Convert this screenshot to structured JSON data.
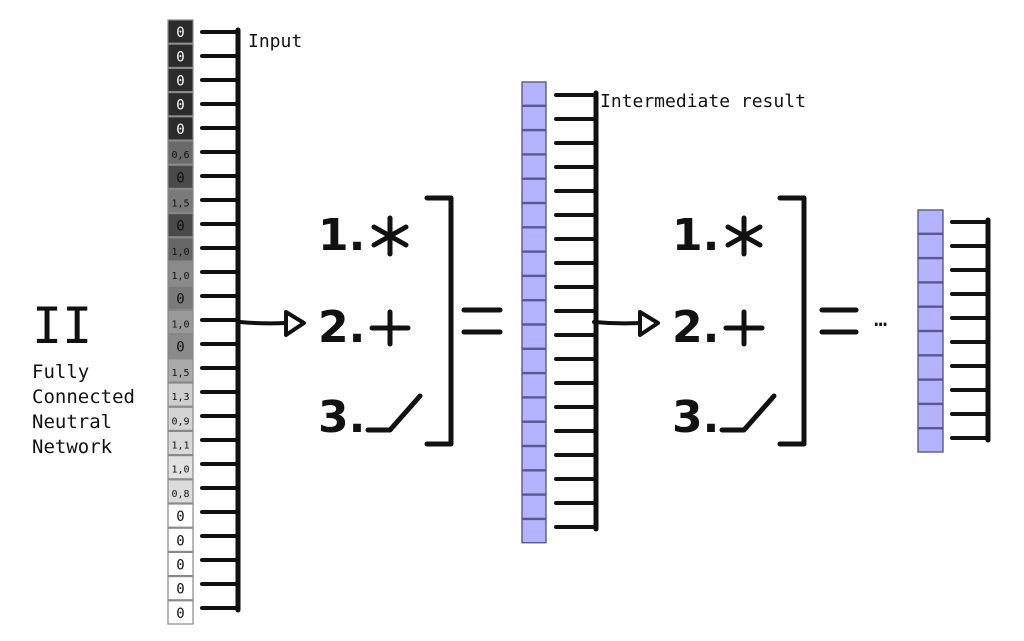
{
  "section": {
    "numeral": "II",
    "title_lines": [
      "Fully",
      "Connected",
      "Neutral",
      "Network"
    ]
  },
  "labels": {
    "input": "Input",
    "intermediate": "Intermediate result",
    "ellipsis": "…"
  },
  "input_cells": [
    {
      "label": "0",
      "shade": "#2b2b2b",
      "text_color": "#ffffff"
    },
    {
      "label": "0",
      "shade": "#2b2b2b",
      "text_color": "#ffffff"
    },
    {
      "label": "0",
      "shade": "#2b2b2b",
      "text_color": "#ffffff"
    },
    {
      "label": "0",
      "shade": "#2b2b2b",
      "text_color": "#ffffff"
    },
    {
      "label": "0",
      "shade": "#2b2b2b",
      "text_color": "#ffffff"
    },
    {
      "label": "0,6",
      "shade": "#6a6a6a",
      "text_color": "#111111"
    },
    {
      "label": "0",
      "shade": "#4a4a4a",
      "text_color": "#111111"
    },
    {
      "label": "1,5",
      "shade": "#7a7a7a",
      "text_color": "#111111"
    },
    {
      "label": "0",
      "shade": "#4a4a4a",
      "text_color": "#111111"
    },
    {
      "label": "1,0",
      "shade": "#666666",
      "text_color": "#111111"
    },
    {
      "label": "1,0",
      "shade": "#8a8a8a",
      "text_color": "#111111"
    },
    {
      "label": "0",
      "shade": "#7a7a7a",
      "text_color": "#111111"
    },
    {
      "label": "1,0",
      "shade": "#999999",
      "text_color": "#111111"
    },
    {
      "label": "0",
      "shade": "#8a8a8a",
      "text_color": "#111111"
    },
    {
      "label": "1,5",
      "shade": "#aaaaaa",
      "text_color": "#111111"
    },
    {
      "label": "1,3",
      "shade": "#cfcfcf",
      "text_color": "#111111"
    },
    {
      "label": "0,9",
      "shade": "#d4d4d4",
      "text_color": "#111111"
    },
    {
      "label": "1,1",
      "shade": "#d8d8d8",
      "text_color": "#111111"
    },
    {
      "label": "1,0",
      "shade": "#e2e2e2",
      "text_color": "#111111"
    },
    {
      "label": "0,8",
      "shade": "#dcdcdc",
      "text_color": "#111111"
    },
    {
      "label": "0",
      "shade": "#ffffff",
      "text_color": "#111111"
    },
    {
      "label": "0",
      "shade": "#ffffff",
      "text_color": "#111111"
    },
    {
      "label": "0",
      "shade": "#ffffff",
      "text_color": "#111111"
    },
    {
      "label": "0",
      "shade": "#ffffff",
      "text_color": "#111111"
    },
    {
      "label": "0",
      "shade": "#ffffff",
      "text_color": "#111111"
    }
  ],
  "steps": [
    {
      "number": "1.",
      "symbol": "*"
    },
    {
      "number": "2.",
      "symbol": "+"
    },
    {
      "number": "3.",
      "symbol": "_/"
    }
  ],
  "intermediate_cell_count": 19,
  "output_cell_count": 10,
  "colors": {
    "ink": "#111111",
    "cell_fill": "#b3b3ff",
    "cell_stroke": "#5a5a8a"
  }
}
